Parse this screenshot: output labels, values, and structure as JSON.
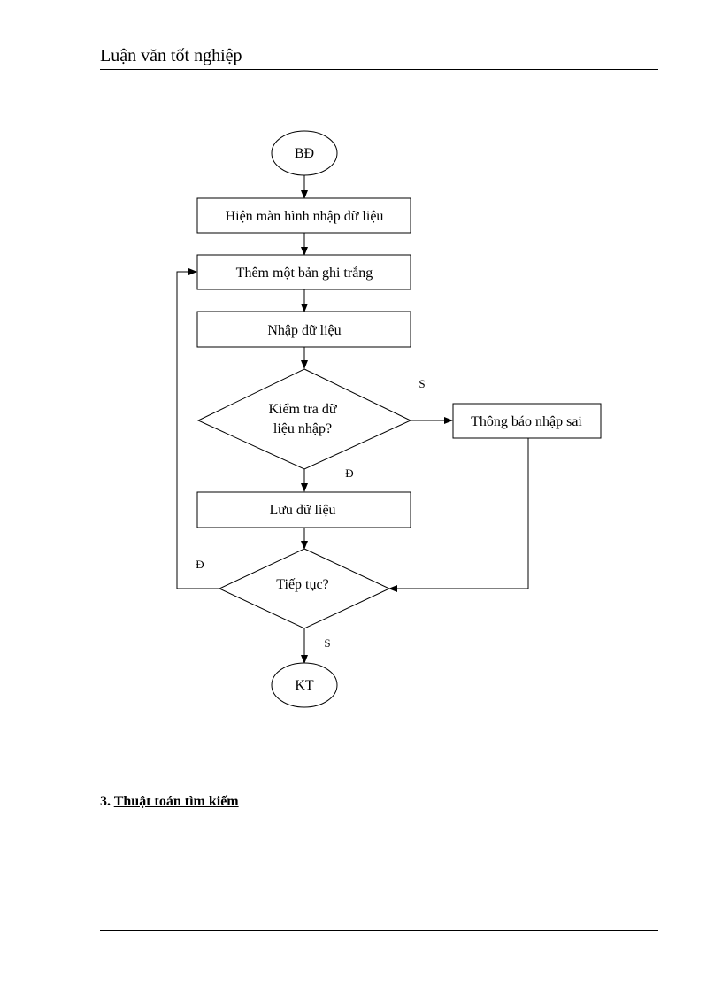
{
  "header": {
    "title": "Luận văn tốt nghiệp"
  },
  "flowchart": {
    "start": "BĐ",
    "step_show_form": "Hiện màn hình nhập dữ liệu",
    "step_add_record": "Thêm một bản ghi trắng",
    "step_input": "Nhập dữ liệu",
    "decision_check_line1": "Kiểm tra dữ",
    "decision_check_line2": "liệu nhập?",
    "step_error": "Thông báo nhập sai",
    "step_save": "Lưu dữ liệu",
    "decision_continue": "Tiếp tục?",
    "end": "KT",
    "label_check_no": "S",
    "label_check_yes": "Đ",
    "label_continue_yes": "Đ",
    "label_continue_no": "S"
  },
  "section": {
    "number": "3.",
    "title": "Thuật toán tìm kiếm"
  }
}
